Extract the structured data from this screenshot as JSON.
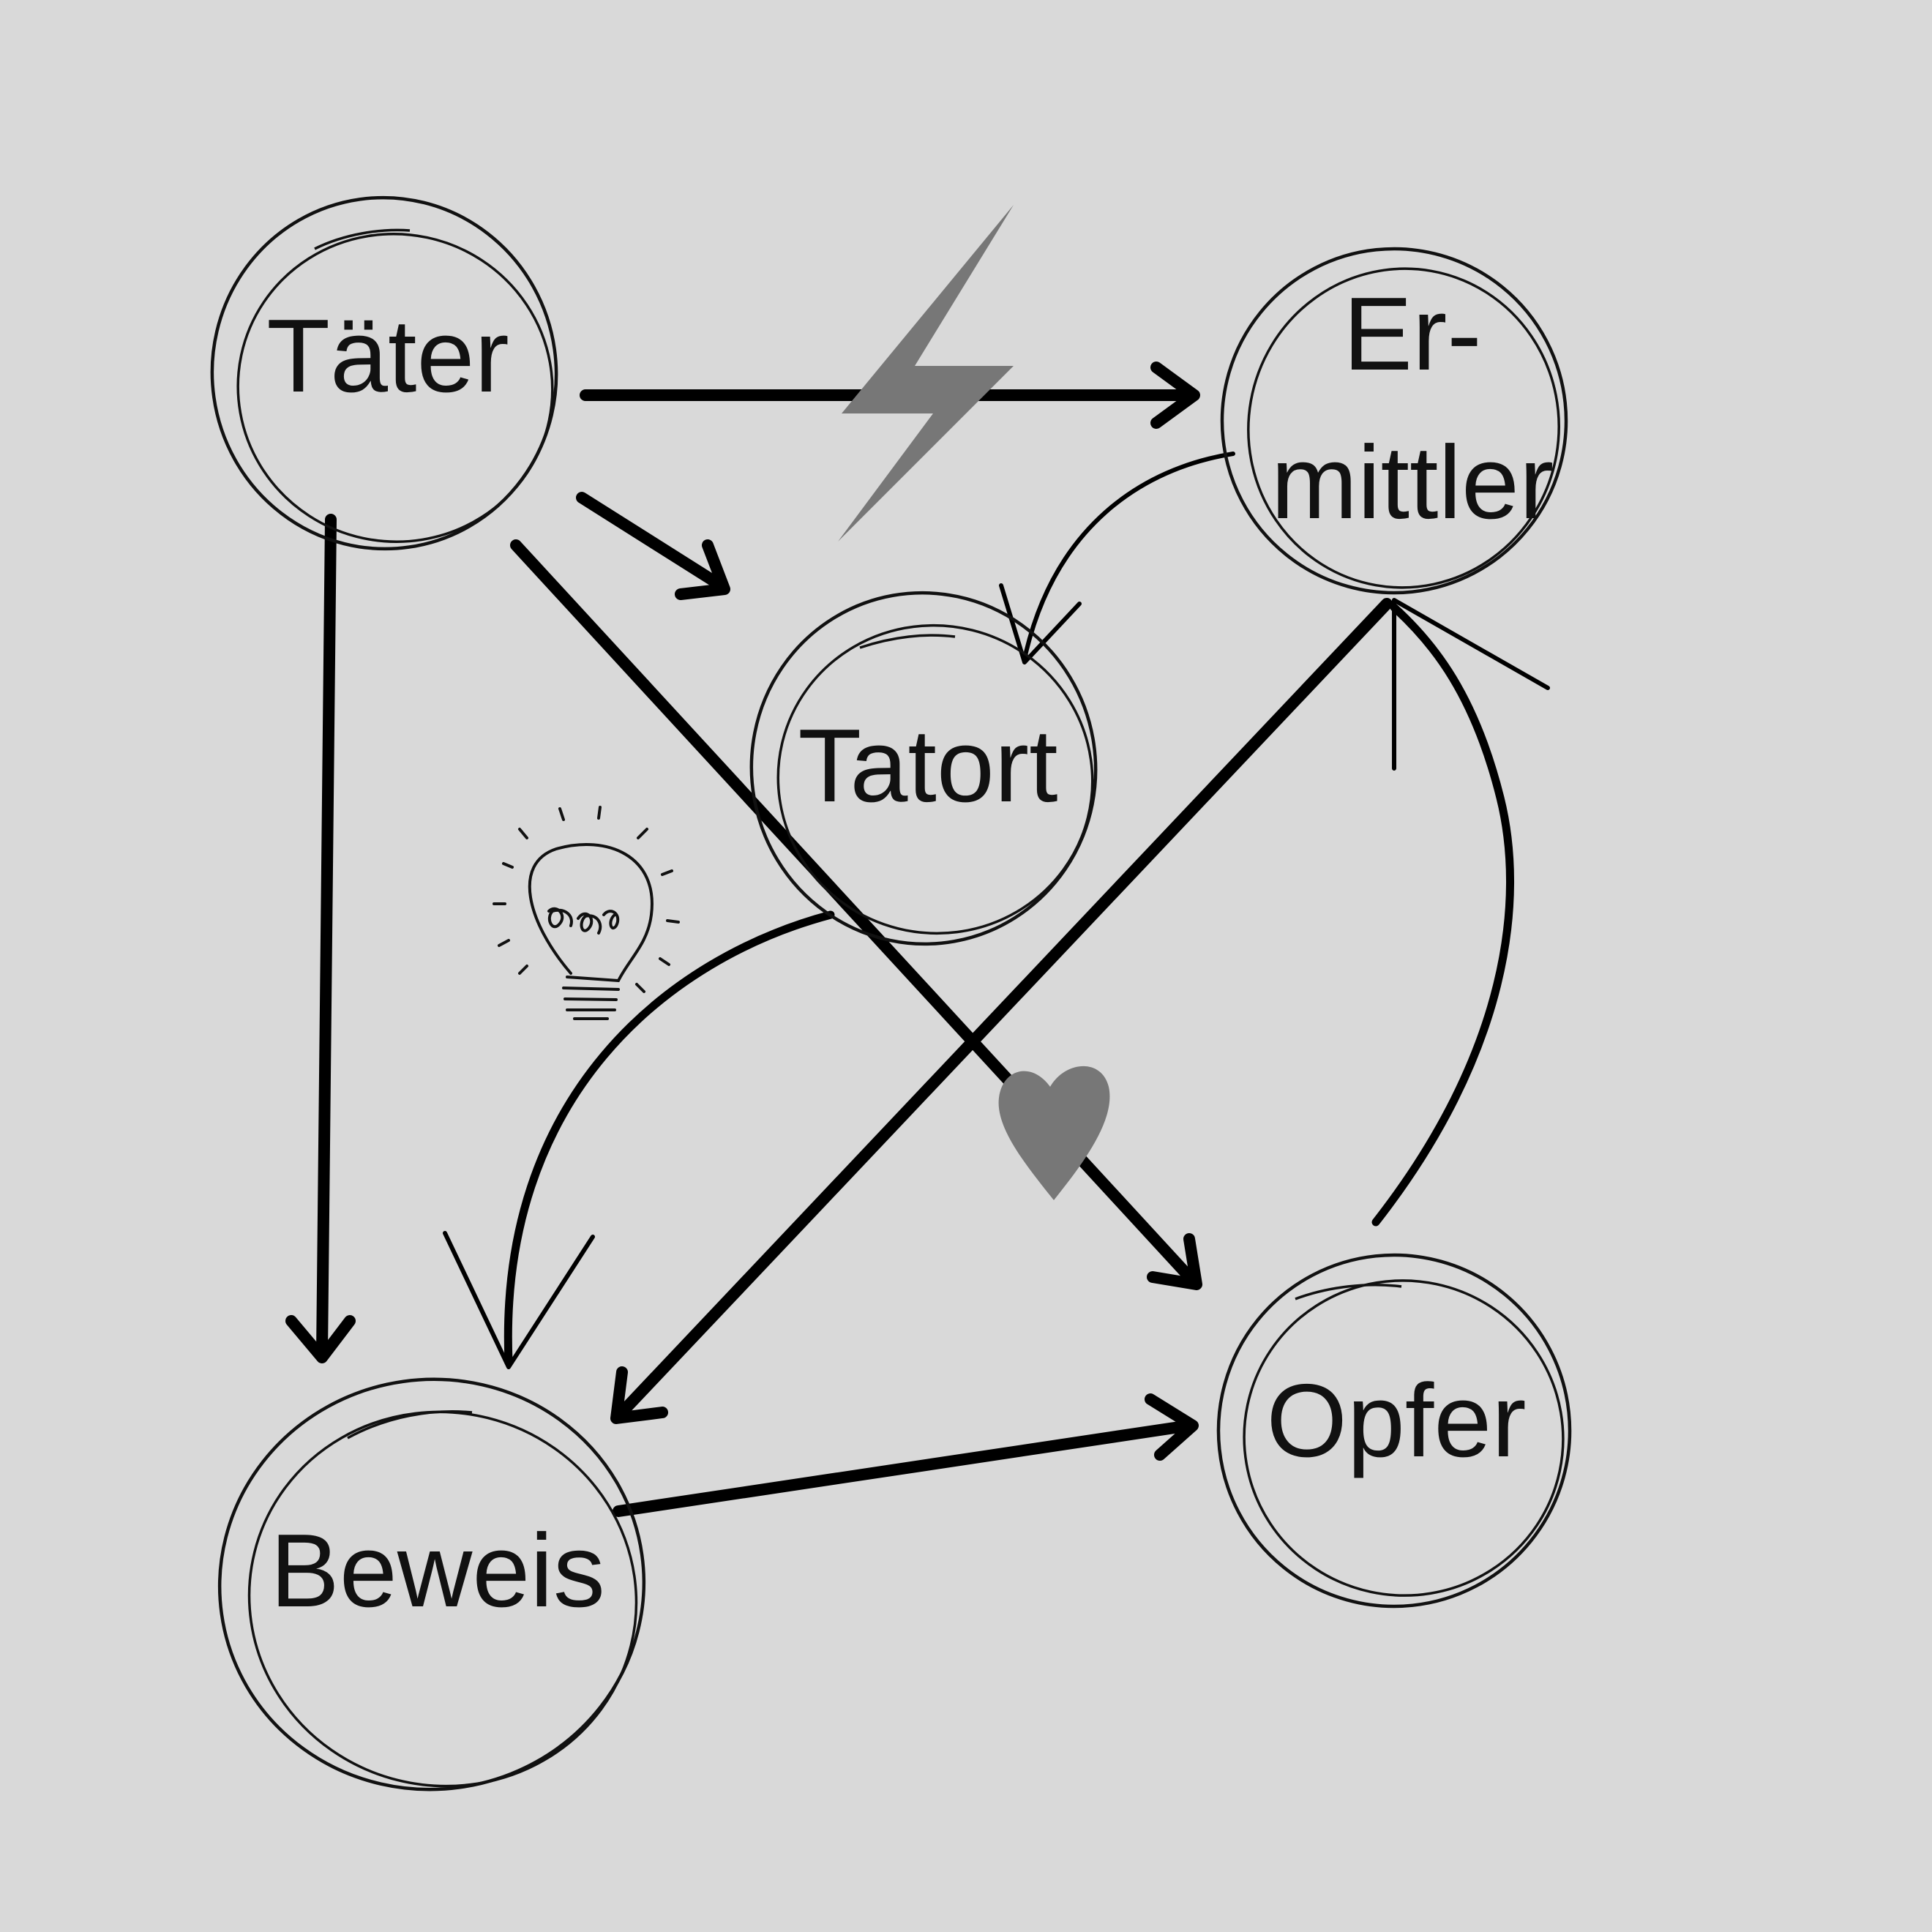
{
  "diagram": {
    "background": "#d9d9d9",
    "ink": "#000000",
    "accent_gray": "#777777",
    "nodes": [
      {
        "id": "taeter",
        "label": "Täter"
      },
      {
        "id": "ermittler",
        "label_line1": "Er-",
        "label_line2": "mittler"
      },
      {
        "id": "tatort",
        "label": "Tatort"
      },
      {
        "id": "beweis",
        "label": "Beweis"
      },
      {
        "id": "opfer",
        "label": "Opfer"
      }
    ],
    "edges": [
      {
        "from": "taeter",
        "to": "ermittler"
      },
      {
        "from": "taeter",
        "to": "tatort"
      },
      {
        "from": "taeter",
        "to": "opfer"
      },
      {
        "from": "taeter",
        "to": "beweis"
      },
      {
        "from": "ermittler",
        "to": "tatort"
      },
      {
        "from": "ermittler",
        "to": "beweis"
      },
      {
        "from": "opfer",
        "to": "ermittler"
      },
      {
        "from": "tatort",
        "to": "beweis"
      },
      {
        "from": "beweis",
        "to": "opfer"
      }
    ],
    "icons": [
      "lightning-icon",
      "heart-icon",
      "lightbulb-icon"
    ]
  }
}
